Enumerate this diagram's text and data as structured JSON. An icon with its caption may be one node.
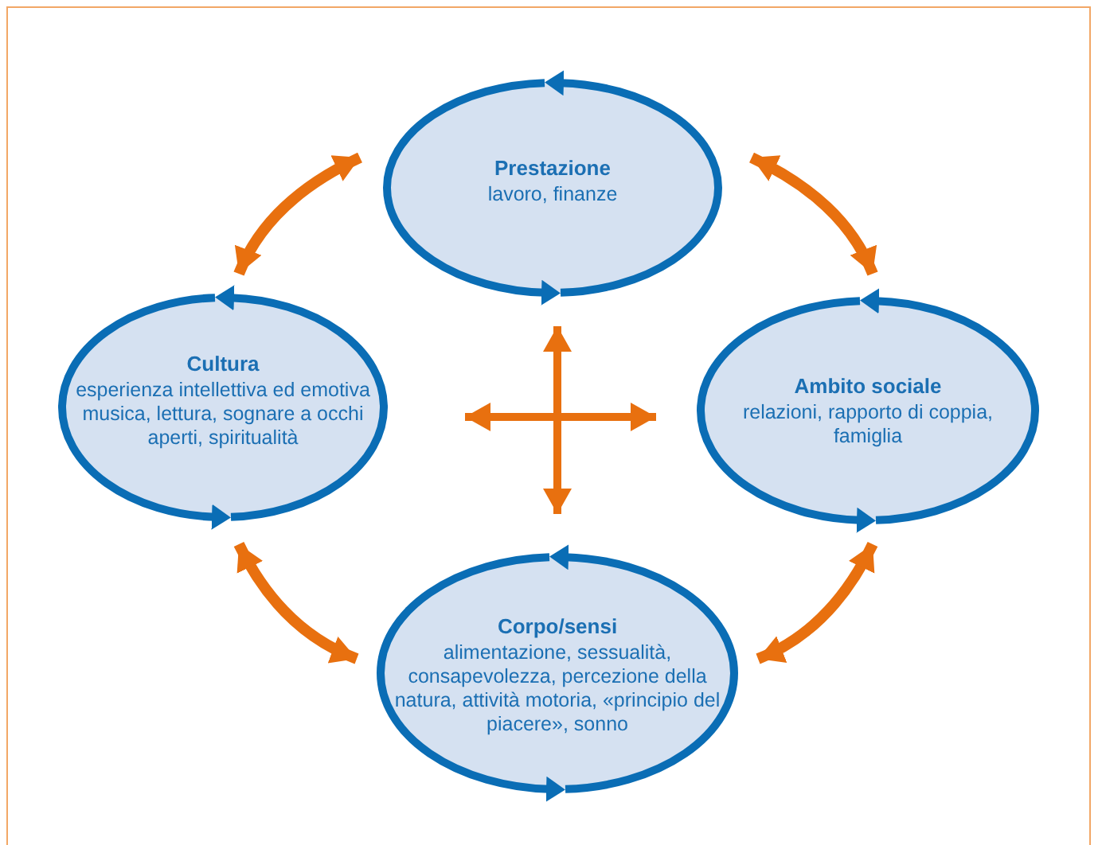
{
  "diagram": {
    "nodes": [
      {
        "text": [
          "Prestazione",
          "lavoro, finanze"
        ]
      },
      {
        "text": [
          "Cultura",
          "esperienza intellettiva ed emotiva musica, lettura, sognare a occhi aperti, spiritualità"
        ]
      },
      {
        "text": [
          "Ambito sociale",
          "relazioni, rapporto di coppia, famiglia"
        ]
      },
      {
        "text": [
          "Corpo/sensi",
          "alimentazione, sessualità, consapevolezza, percezione della natura, attività motoria, «principio del piacere», sonno"
        ]
      }
    ],
    "edges": [
      {
        "from": 0,
        "to": 1,
        "arrow": "both"
      },
      {
        "from": 0,
        "to": 2,
        "arrow": "both"
      },
      {
        "from": 1,
        "to": 2,
        "arrow": "both"
      },
      {
        "from": 0,
        "to": 3,
        "arrow": "both"
      },
      {
        "from": 1,
        "to": 3,
        "arrow": "both"
      },
      {
        "from": 2,
        "to": 3,
        "arrow": "both"
      }
    ]
  }
}
